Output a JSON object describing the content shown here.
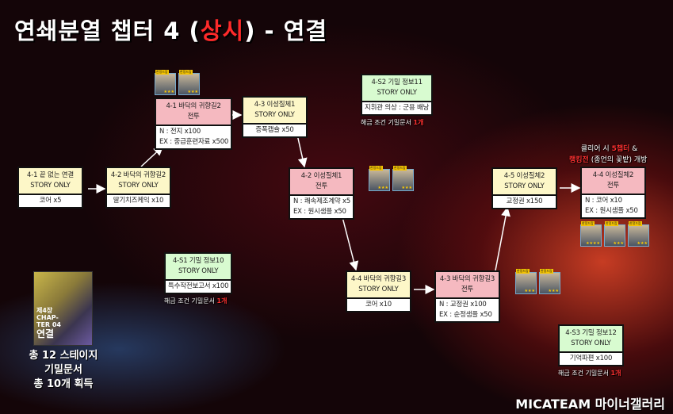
{
  "title": {
    "main": "연쇄분열 챕터 4 (",
    "highlight": "상시",
    "end": ") - 연결"
  },
  "nodes": {
    "n41": {
      "name": "4-1 끝 없는 연결",
      "type": "STORY ONLY",
      "reward": "코어 x5"
    },
    "n42": {
      "name": "4-2 바닥의 귀향길2",
      "type": "STORY ONLY",
      "reward": "딸기치즈케익 x10"
    },
    "b41": {
      "name": "4-1 바닥의 귀향길2",
      "type": "전투",
      "reward_n": "N : 전지 x100",
      "reward_ex": "EX : 중급훈련자료 x500"
    },
    "n43": {
      "name": "4-3 이성질체1",
      "type": "STORY ONLY",
      "reward": "증폭캡슐 x50"
    },
    "s2": {
      "name": "4-S2 기밀 정보11",
      "type": "STORY ONLY",
      "reward": "지휘관 의상 : 군용 배낭",
      "note": "해금 조건 기밀문서 ",
      "note_n": "1개"
    },
    "b42": {
      "name": "4-2 이성질체1",
      "type": "전투",
      "reward_n": "N : 쾌속제조계약 x5",
      "reward_ex": "EX : 원시샘플 x50"
    },
    "n45": {
      "name": "4-5 이성질체2",
      "type": "STORY ONLY",
      "reward": "교정권 x150"
    },
    "b44": {
      "name": "4-4 이성질체2",
      "type": "전투",
      "reward_n": "N : 코어 x10",
      "reward_ex": "EX : 원시샘플 x50"
    },
    "s1": {
      "name": "4-S1 기밀 정보10",
      "type": "STORY ONLY",
      "reward": "특수작전보고서 x100",
      "note": "해금 조건 기밀문서 ",
      "note_n": "1개"
    },
    "n44": {
      "name": "4-4 바닥의 귀향길3",
      "type": "STORY ONLY",
      "reward": "코어 x10"
    },
    "b43": {
      "name": "4-3 바닥의 귀향길3",
      "type": "전투",
      "reward_n": "N : 교정권 x100",
      "reward_ex": "EX : 순정샘플 x50"
    },
    "s3": {
      "name": "4-S3 기밀 정보12",
      "type": "STORY ONLY",
      "reward": "기억파편 x100",
      "note": "해금 조건 기밀문서 ",
      "note_n": "1개"
    }
  },
  "unlock": {
    "l1a": "클리어 시 ",
    "l1b": "5챕터",
    "l1c": " &",
    "l2a": "랭킹전",
    "l2b": " (종언의 꽃밭) 개방"
  },
  "portrait_tag": "한정드랍",
  "chapter": {
    "label": "제4장\nCHAP-\nTER 04",
    "name": "연결",
    "stages": "총 12 스테이지",
    "docs1": "기밀문서",
    "docs2": "총 10개 획득"
  },
  "footer": "MICATEAM 마이너갤러리"
}
